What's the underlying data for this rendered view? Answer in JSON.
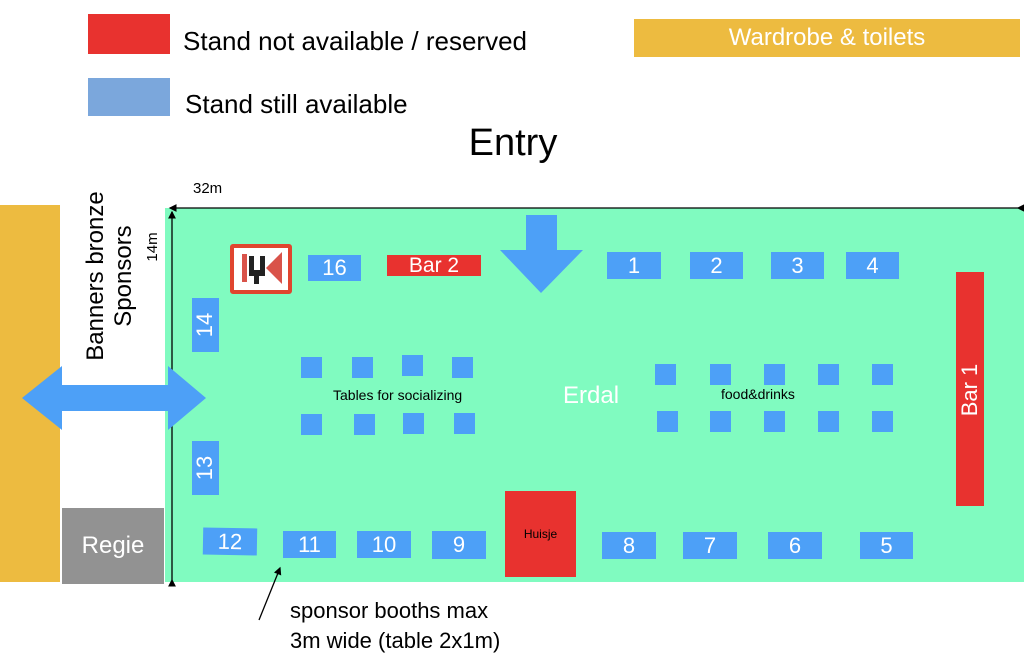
{
  "legend": {
    "reserved_label": "Stand not available / reserved",
    "available_label": "Stand still available",
    "reserved_color": "#E8322F",
    "available_color": "#7BA7DC"
  },
  "wardrobe_label": "Wardrobe & toilets",
  "entry_label": "Entry",
  "dimensions": {
    "width": "32m",
    "depth": "14m"
  },
  "banners_label": [
    "Banners bronze",
    "Sponsors"
  ],
  "regie_label": "Regie",
  "bars": {
    "bar1": "Bar 1",
    "bar2": "Bar 2"
  },
  "huisje_label": "Huisje",
  "area_labels": {
    "tables": "Tables for socializing",
    "center": "Erdal",
    "food": "food&drinks"
  },
  "stands": {
    "s1": "1",
    "s2": "2",
    "s3": "3",
    "s4": "4",
    "s5": "5",
    "s6": "6",
    "s7": "7",
    "s8": "8",
    "s9": "9",
    "s10": "10",
    "s11": "11",
    "s12": "12",
    "s13": "13",
    "s14": "14",
    "s16": "16"
  },
  "note": [
    "sponsor booths max",
    "3m wide (table 2x1m)"
  ]
}
